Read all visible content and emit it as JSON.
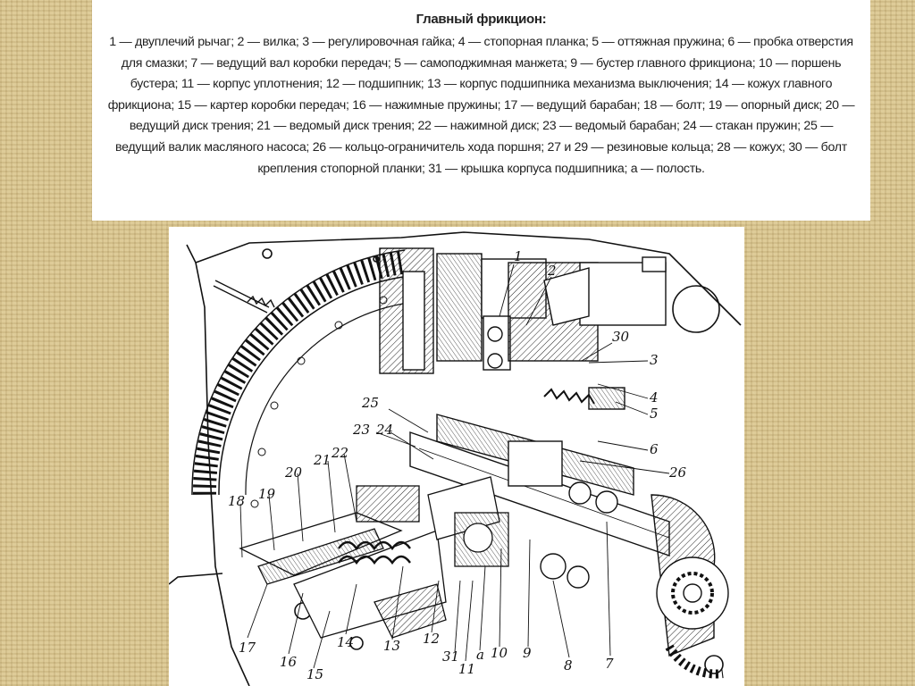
{
  "caption": {
    "title": "Главный фрикцион:",
    "body": "1 — двуплечий рычаг; 2 — вилка; 3 — регулировочная гайка; 4 — стопорная планка; 5 — оттяжная пружина; 6 — пробка отверстия для смазки; 7 — ведущий вал коробки передач; 5 — самоподжимная манжета; 9 — бустер главного фрикциона; 10 — поршень бустера; 11 — корпус уплотнения; 12 — подшипник; 13 — корпус подшипника механизма выключения; 14 — кожух главного фрикциона; 15 — картер коробки передач; 16 — нажимные пружины; 17 — ведущий барабан; 18 — болт; 19 — опорный диск; 20 — ведущий диск трения; 21 — ведомый диск трения; 22 — нажимной диск; 23 — ведомый барабан; 24 — стакан пружин; 25 — ведущий валик масляного насоса; 26 — кольцо-ограничитель хода поршня; 27 и 29 — резиновые кольца; 28 — кожух; 30 — болт крепления стопорной планки; 31 — крышка корпуса подшипника; а — полость."
  },
  "figure": {
    "callouts": [
      {
        "label": "1"
      },
      {
        "label": "2"
      },
      {
        "label": "30"
      },
      {
        "label": "3"
      },
      {
        "label": "4"
      },
      {
        "label": "5"
      },
      {
        "label": "6"
      },
      {
        "label": "26"
      },
      {
        "label": "25"
      },
      {
        "label": "23"
      },
      {
        "label": "24"
      },
      {
        "label": "22"
      },
      {
        "label": "21"
      },
      {
        "label": "20"
      },
      {
        "label": "19"
      },
      {
        "label": "18"
      },
      {
        "label": "17"
      },
      {
        "label": "16"
      },
      {
        "label": "15"
      },
      {
        "label": "14"
      },
      {
        "label": "13"
      },
      {
        "label": "12"
      },
      {
        "label": "31"
      },
      {
        "label": "11"
      },
      {
        "label": "а"
      },
      {
        "label": "10"
      },
      {
        "label": "9"
      },
      {
        "label": "8"
      },
      {
        "label": "7"
      }
    ]
  }
}
